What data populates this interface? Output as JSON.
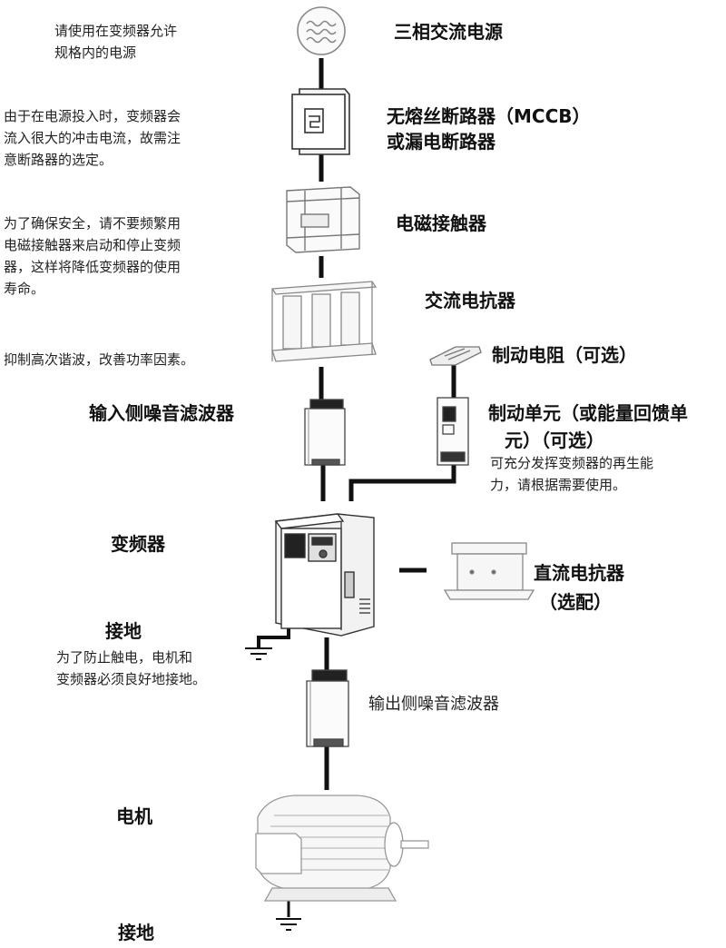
{
  "components": {
    "power_source": "三相交流电源",
    "breaker_line1": "无熔丝断路器（MCCB）",
    "breaker_line2": "或漏电断路器",
    "contactor": "电磁接触器",
    "ac_reactor": "交流电抗器",
    "brake_resistor": "制动电阻（可选）",
    "brake_unit_line1": "制动单元（或能量回馈单",
    "brake_unit_line2": "元）（可选）",
    "input_filter": "输入侧噪音滤波器",
    "inverter": "变频器",
    "dc_reactor_line1": "直流电抗器",
    "dc_reactor_line2": "（选配）",
    "ground1": "接地",
    "output_filter": "输出侧噪音滤波器",
    "motor": "电机",
    "ground2": "接地"
  },
  "notes": {
    "power": [
      "请使用在变频器允许",
      "规格内的电源"
    ],
    "breaker": [
      "由于在电源投入时，变频器会",
      "流入很大的冲击电流，故需注",
      "意断路器的选定。"
    ],
    "contactor": [
      "为了确保安全，请不要频繁用",
      "电磁接触器来启动和停止变频",
      "器，这样将降低变频器的使用",
      "寿命。"
    ],
    "reactor": [
      "抑制高次谐波，改善功率因素。"
    ],
    "brake_unit": [
      "可充分发挥变频器的再生能",
      "力，请根据需要使用。"
    ],
    "ground": [
      "为了防止触电，电机和",
      "变频器必须良好地接地。"
    ]
  }
}
